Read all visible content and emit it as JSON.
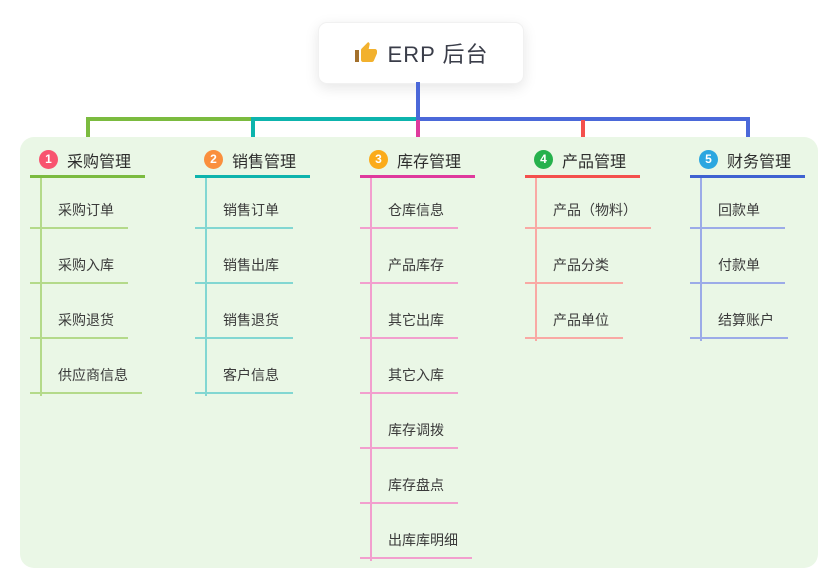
{
  "root": {
    "label": "ERP 后台",
    "icon": "thumbs-up-icon",
    "icon_color": "#f2b12e",
    "icon_accent": "#a3702c"
  },
  "panel": {
    "background": "#eaf7e6"
  },
  "connectors": {
    "stem_color": "#4b68d9"
  },
  "branches": [
    {
      "badge": "1",
      "badge_color": "#f8546f",
      "color": "#7bbb3f",
      "light_color": "#b4da8a",
      "label": "采购管理",
      "children": [
        "采购订单",
        "采购入库",
        "采购退货",
        "供应商信息"
      ]
    },
    {
      "badge": "2",
      "badge_color": "#fa8f3d",
      "color": "#0db4ad",
      "light_color": "#82d7d2",
      "label": "销售管理",
      "children": [
        "销售订单",
        "销售出库",
        "销售退货",
        "客户信息"
      ]
    },
    {
      "badge": "3",
      "badge_color": "#fbab1a",
      "color": "#df3a9d",
      "light_color": "#f29fce",
      "label": "库存管理",
      "children": [
        "仓库信息",
        "产品库存",
        "其它出库",
        "其它入库",
        "库存调拨",
        "库存盘点",
        "出库库明细"
      ]
    },
    {
      "badge": "4",
      "badge_color": "#26b14c",
      "color": "#f4504d",
      "light_color": "#f9a9a4",
      "label": "产品管理",
      "children": [
        "产品（物料）",
        "产品分类",
        "产品单位"
      ]
    },
    {
      "badge": "5",
      "badge_color": "#2ba6e0",
      "color": "#3f62d1",
      "light_color": "#9cabe8",
      "label": "财务管理",
      "children": [
        "回款单",
        "付款单",
        "结算账户"
      ]
    }
  ]
}
